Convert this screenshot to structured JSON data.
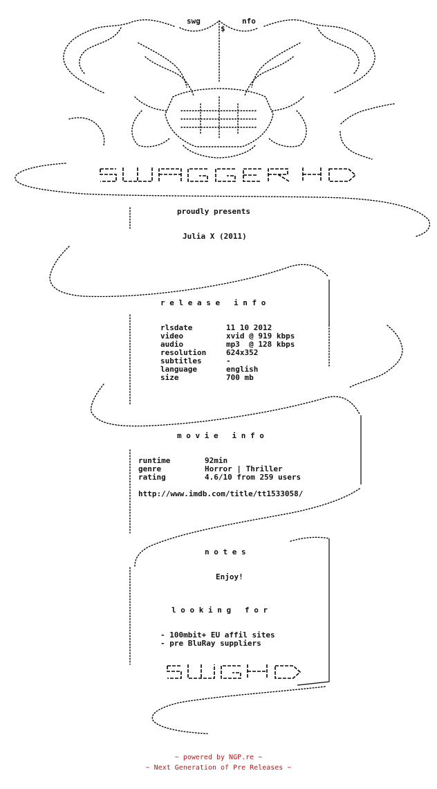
{
  "header": {
    "tag_left": "swg",
    "tag_mid": "$",
    "tag_right": "nfo",
    "presents": "proudly presents",
    "title": "Julia X (2011)"
  },
  "release": {
    "heading": "r e l e a s e   i n f o",
    "rows": [
      {
        "key": "rlsdate",
        "value": "11 10 2012"
      },
      {
        "key": "video",
        "value": "xvid @ 919 kbps"
      },
      {
        "key": "audio",
        "value": "mp3  @ 128 kbps"
      },
      {
        "key": "resolution",
        "value": "624x352"
      },
      {
        "key": "subtitles",
        "value": "-"
      },
      {
        "key": "language",
        "value": "english"
      },
      {
        "key": "size",
        "value": "700 mb"
      }
    ]
  },
  "movie": {
    "heading": "m o v i e   i n f o",
    "rows": [
      {
        "key": "runtime",
        "value": "92min"
      },
      {
        "key": "genre",
        "value": "Horror | Thriller"
      },
      {
        "key": "rating",
        "value": "4.6/10 from 259 users"
      }
    ],
    "url": "http://www.imdb.com/title/tt1533058/"
  },
  "notes": {
    "heading": "n o t e s",
    "message": "Enjoy!",
    "looking_heading": "l o o k i n g   f o r",
    "looking_items": [
      "- 100mbit+ EU affil sites",
      "- pre BluRay suppliers"
    ]
  },
  "footer": {
    "line1": "~ powered by NGP.re ~",
    "line2": "~ Next Generation of Pre Releases ~"
  },
  "colors": {
    "text": "#000000",
    "footer": "#b01818",
    "background": "#ffffff"
  }
}
